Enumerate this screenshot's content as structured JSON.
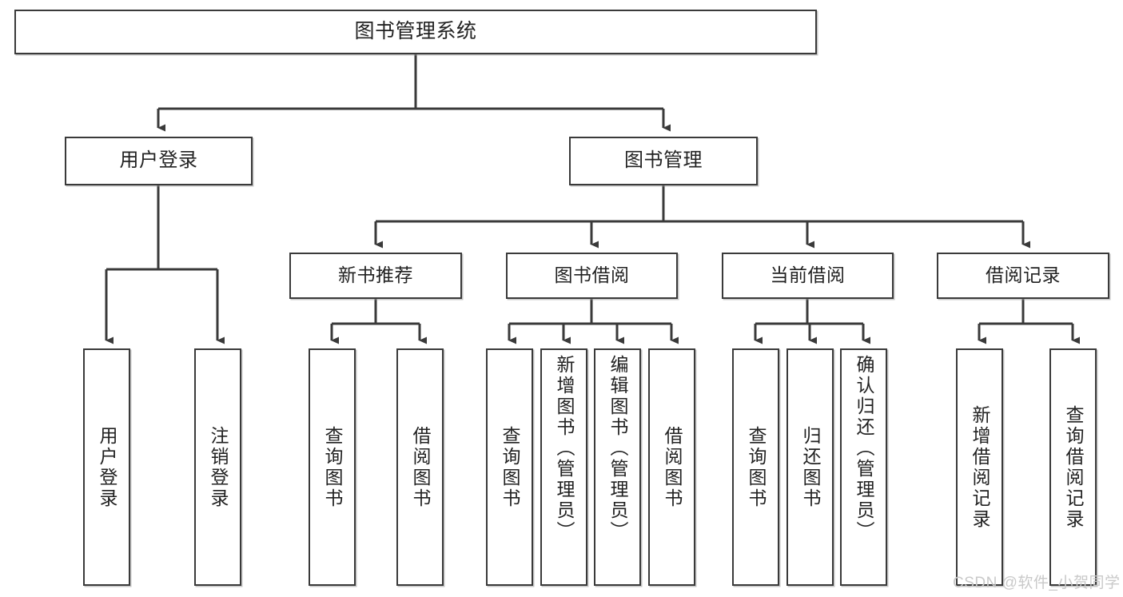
{
  "diagram": {
    "type": "tree-hierarchy",
    "title": "图书管理系统",
    "watermark": "CSDN @软件_小贺同学",
    "colors": {
      "box_border": "#3a3a3a",
      "box_fill": "#ffffff",
      "connector": "#3a3a3a",
      "text": "#222222",
      "watermark": "#c9c9c9",
      "background": "#ffffff"
    },
    "root": {
      "label": "图书管理系统"
    },
    "level2": [
      {
        "label": "用户登录"
      },
      {
        "label": "图书管理"
      }
    ],
    "level3": [
      {
        "label": "新书推荐"
      },
      {
        "label": "图书借阅"
      },
      {
        "label": "当前借阅"
      },
      {
        "label": "借阅记录"
      }
    ],
    "leaves": {
      "user_login": [
        {
          "label": "用户登录"
        },
        {
          "label": "注销登录"
        }
      ],
      "new_book_recommend": [
        {
          "label": "查询图书"
        },
        {
          "label": "借阅图书"
        }
      ],
      "book_borrow": [
        {
          "label": "查询图书"
        },
        {
          "label": "新增图书（管理员）"
        },
        {
          "label": "编辑图书（管理员）"
        },
        {
          "label": "借阅图书"
        }
      ],
      "current_borrow": [
        {
          "label": "查询图书"
        },
        {
          "label": "归还图书"
        },
        {
          "label": "确认归还（管理员）"
        }
      ],
      "borrow_record": [
        {
          "label": "新增借阅记录"
        },
        {
          "label": "查询借阅记录"
        }
      ]
    }
  }
}
